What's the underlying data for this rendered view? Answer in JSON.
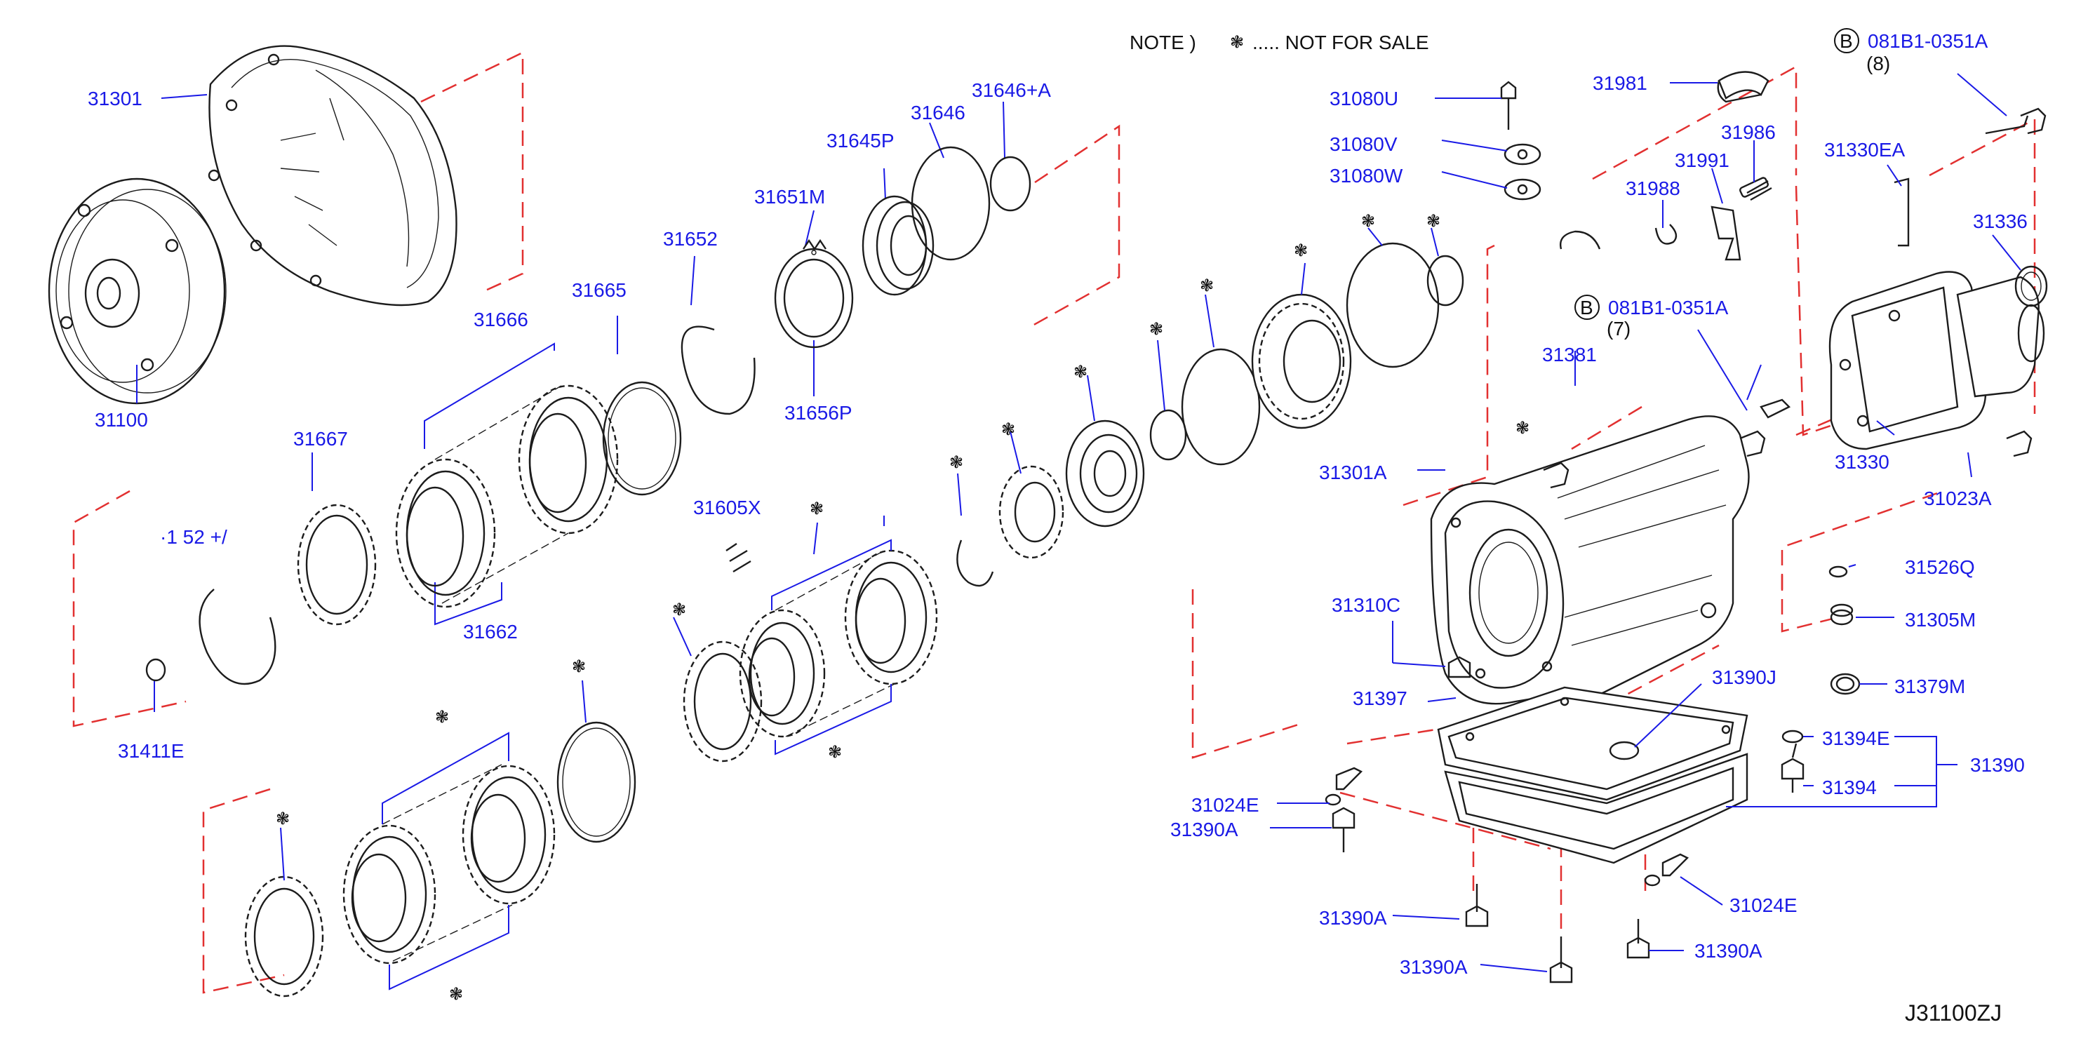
{
  "note": {
    "prefix": "NOTE  )",
    "symbol": "❃",
    "text": "..... NOT  FOR  SALE"
  },
  "diagram_code": "J31100ZJ",
  "bolt_refs": {
    "upper": {
      "badge": "B",
      "part": "081B1-0351A",
      "qty": "(8)"
    },
    "middle": {
      "badge": "B",
      "part": "081B1-0351A",
      "qty": "(7)"
    }
  },
  "labels": {
    "p31301": "31301",
    "p31100": "31100",
    "p31666": "31666",
    "p31665": "31665",
    "p31652": "31652",
    "p31651M": "31651M",
    "p31645P": "31645P",
    "p31646": "31646",
    "p31646A": "31646+A",
    "p31656P": "31656P",
    "p31667": "31667",
    "p31662": "31662",
    "p3152": "·1 52 +/",
    "p31411E": "31411E",
    "p31605X": "31605X",
    "p31080U": "31080U",
    "p31080V": "31080V",
    "p31080W": "31080W",
    "p31981": "31981",
    "p31986": "31986",
    "p31991": "31991",
    "p31988": "31988",
    "p31330EA": "31330EA",
    "p31336": "31336",
    "p31330": "31330",
    "p31023A": "31023A",
    "p31381": "31381",
    "p31301A": "31301A",
    "p31526Q": "31526Q",
    "p31305M": "31305M",
    "p31379M": "31379M",
    "p31310C": "31310C",
    "p31397": "31397",
    "p31390J": "31390J",
    "p31394E": "31394E",
    "p31394": "31394",
    "p31390": "31390",
    "p31024E_a": "31024E",
    "p31390A_a": "31390A",
    "p31390A_b": "31390A",
    "p31390A_c": "31390A",
    "p31024E_b": "31024E",
    "p31390A_d": "31390A"
  }
}
